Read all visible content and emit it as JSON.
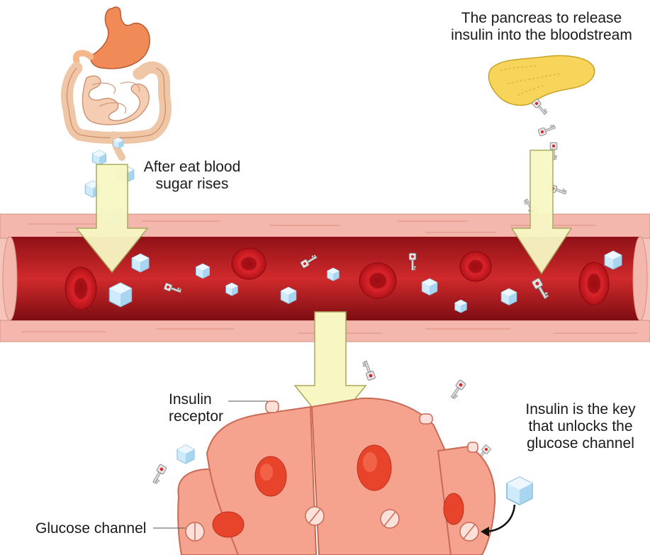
{
  "labels": {
    "pancreas_line1": "The pancreas to release",
    "pancreas_line2": "insulin into the bloodstream",
    "sugar_line1": "After eat blood",
    "sugar_line2": "sugar rises",
    "receptor_line1": "Insulin",
    "receptor_line2": "receptor",
    "key_line1": "Insulin is the key",
    "key_line2": "that unlocks the",
    "key_line3": "glucose channel",
    "channel": "Glucose channel"
  },
  "colors": {
    "vessel_wall": "#f3b7ad",
    "blood": "#c41f24",
    "red_cell": "#d41b22",
    "cell_body": "#f5a38f",
    "cell_outline": "#c96a55",
    "nucleus": "#e8442b",
    "arrow_fill": "#f8f7c4",
    "arrow_outline": "#a5a85a",
    "glucose": "#bfe3f7",
    "insulin_key": "#d9d9d9",
    "stomach": "#f08a56",
    "pancreas": "#f7d45a"
  }
}
